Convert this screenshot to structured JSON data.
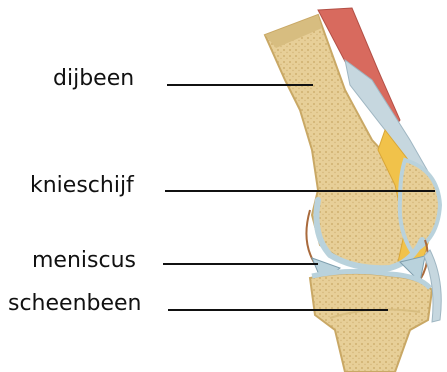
{
  "labels": [
    {
      "text": "dijbeen"
    },
    {
      "text": "knieschijf"
    },
    {
      "text": "meniscus"
    },
    {
      "text": "scheenbeen"
    }
  ],
  "colors": {
    "bone": "#e8d3a0",
    "bone_inner": "#dcc185",
    "bone_dark": "#c9a865",
    "cartilage": "#b9d2dc",
    "muscle": "#d86a5e",
    "fat": "#f1c24a",
    "outline": "#a96a3c",
    "leader": "#111111"
  }
}
